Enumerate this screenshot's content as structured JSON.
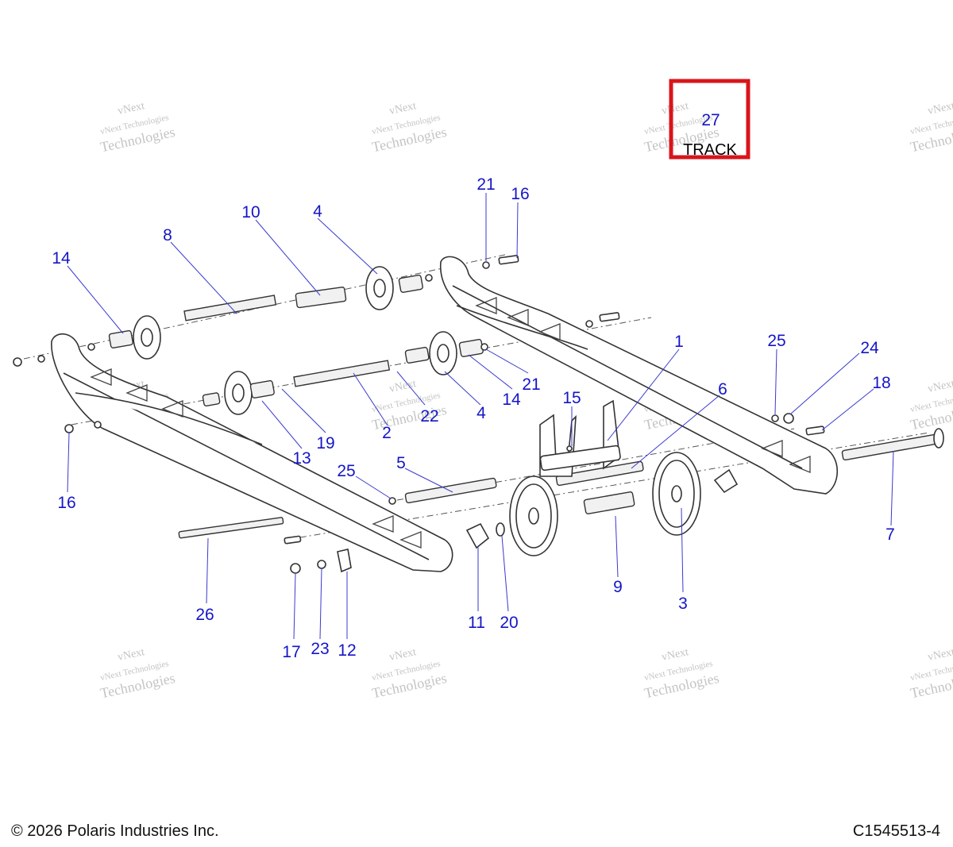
{
  "highlight": {
    "number": "27",
    "label": "TRACK",
    "color": "#d9151b"
  },
  "callouts": [
    "1",
    "2",
    "3",
    "4",
    "4",
    "5",
    "6",
    "7",
    "8",
    "9",
    "10",
    "11",
    "12",
    "13",
    "14",
    "14",
    "15",
    "16",
    "16",
    "17",
    "18",
    "19",
    "20",
    "21",
    "21",
    "22",
    "23",
    "24",
    "25",
    "25",
    "26"
  ],
  "watermark": {
    "line1": "vNext Technologies",
    "line2": "Technologies",
    "line3": "vNext"
  },
  "footer": {
    "copyright": "© 2026 Polaris Industries Inc.",
    "figure_id": "C1545513-4"
  },
  "colors": {
    "callout": "#1515c8",
    "leader": "#3a3ad0",
    "line_art": "#333333"
  }
}
